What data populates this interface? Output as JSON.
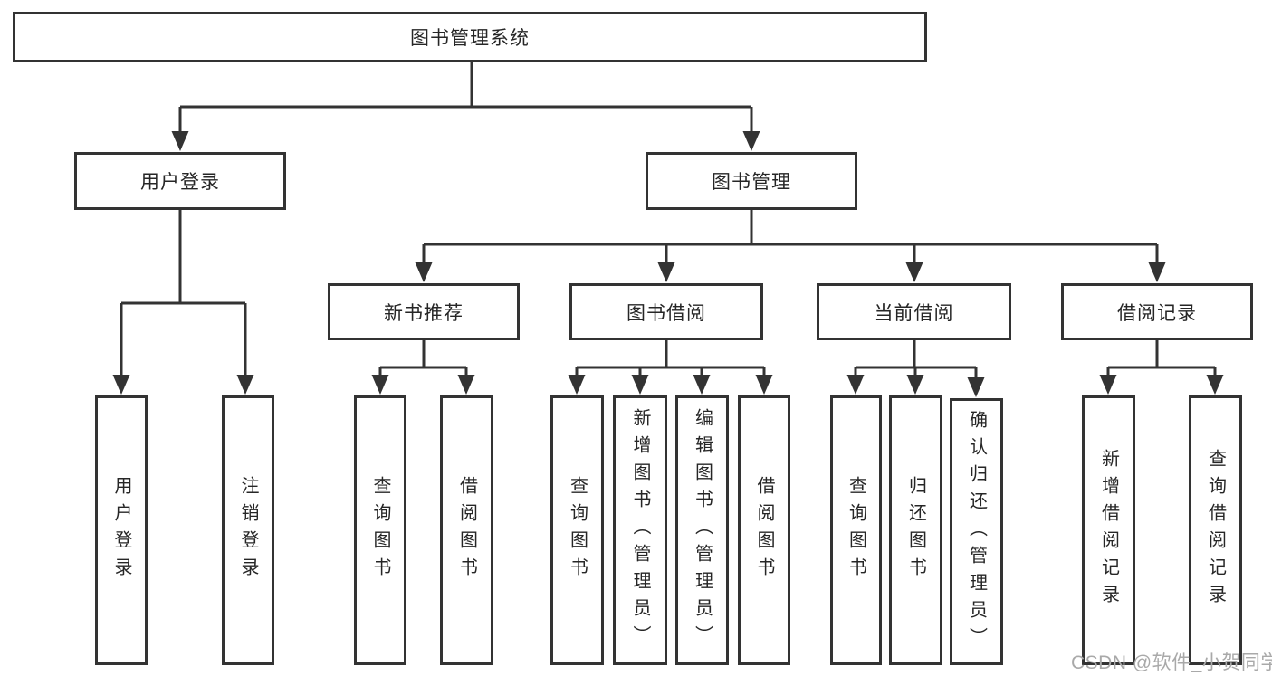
{
  "colors": {
    "line": "#333333",
    "text": "#262626",
    "box_bg": "#ffffff",
    "background": "#ffffff",
    "watermark": "#a9a9a9"
  },
  "diagram": {
    "root": {
      "label": "图书管理系统"
    },
    "branches": [
      {
        "label": "用户登录",
        "children": [
          {
            "label": "用户登录"
          },
          {
            "label": "注销登录"
          }
        ]
      },
      {
        "label": "图书管理",
        "children": [
          {
            "label": "新书推荐",
            "children": [
              {
                "label": "查询图书"
              },
              {
                "label": "借阅图书"
              }
            ]
          },
          {
            "label": "图书借阅",
            "children": [
              {
                "label": "查询图书"
              },
              {
                "label": "新增图书（管理员）"
              },
              {
                "label": "编辑图书（管理员）"
              },
              {
                "label": "借阅图书"
              }
            ]
          },
          {
            "label": "当前借阅",
            "children": [
              {
                "label": "查询图书"
              },
              {
                "label": "归还图书"
              },
              {
                "label": "确认归还（管理员）"
              }
            ]
          },
          {
            "label": "借阅记录",
            "children": [
              {
                "label": "新增借阅记录"
              },
              {
                "label": "查询借阅记录"
              }
            ]
          }
        ]
      }
    ]
  },
  "watermark": {
    "text": "CSDN @软件_小贺同学"
  }
}
